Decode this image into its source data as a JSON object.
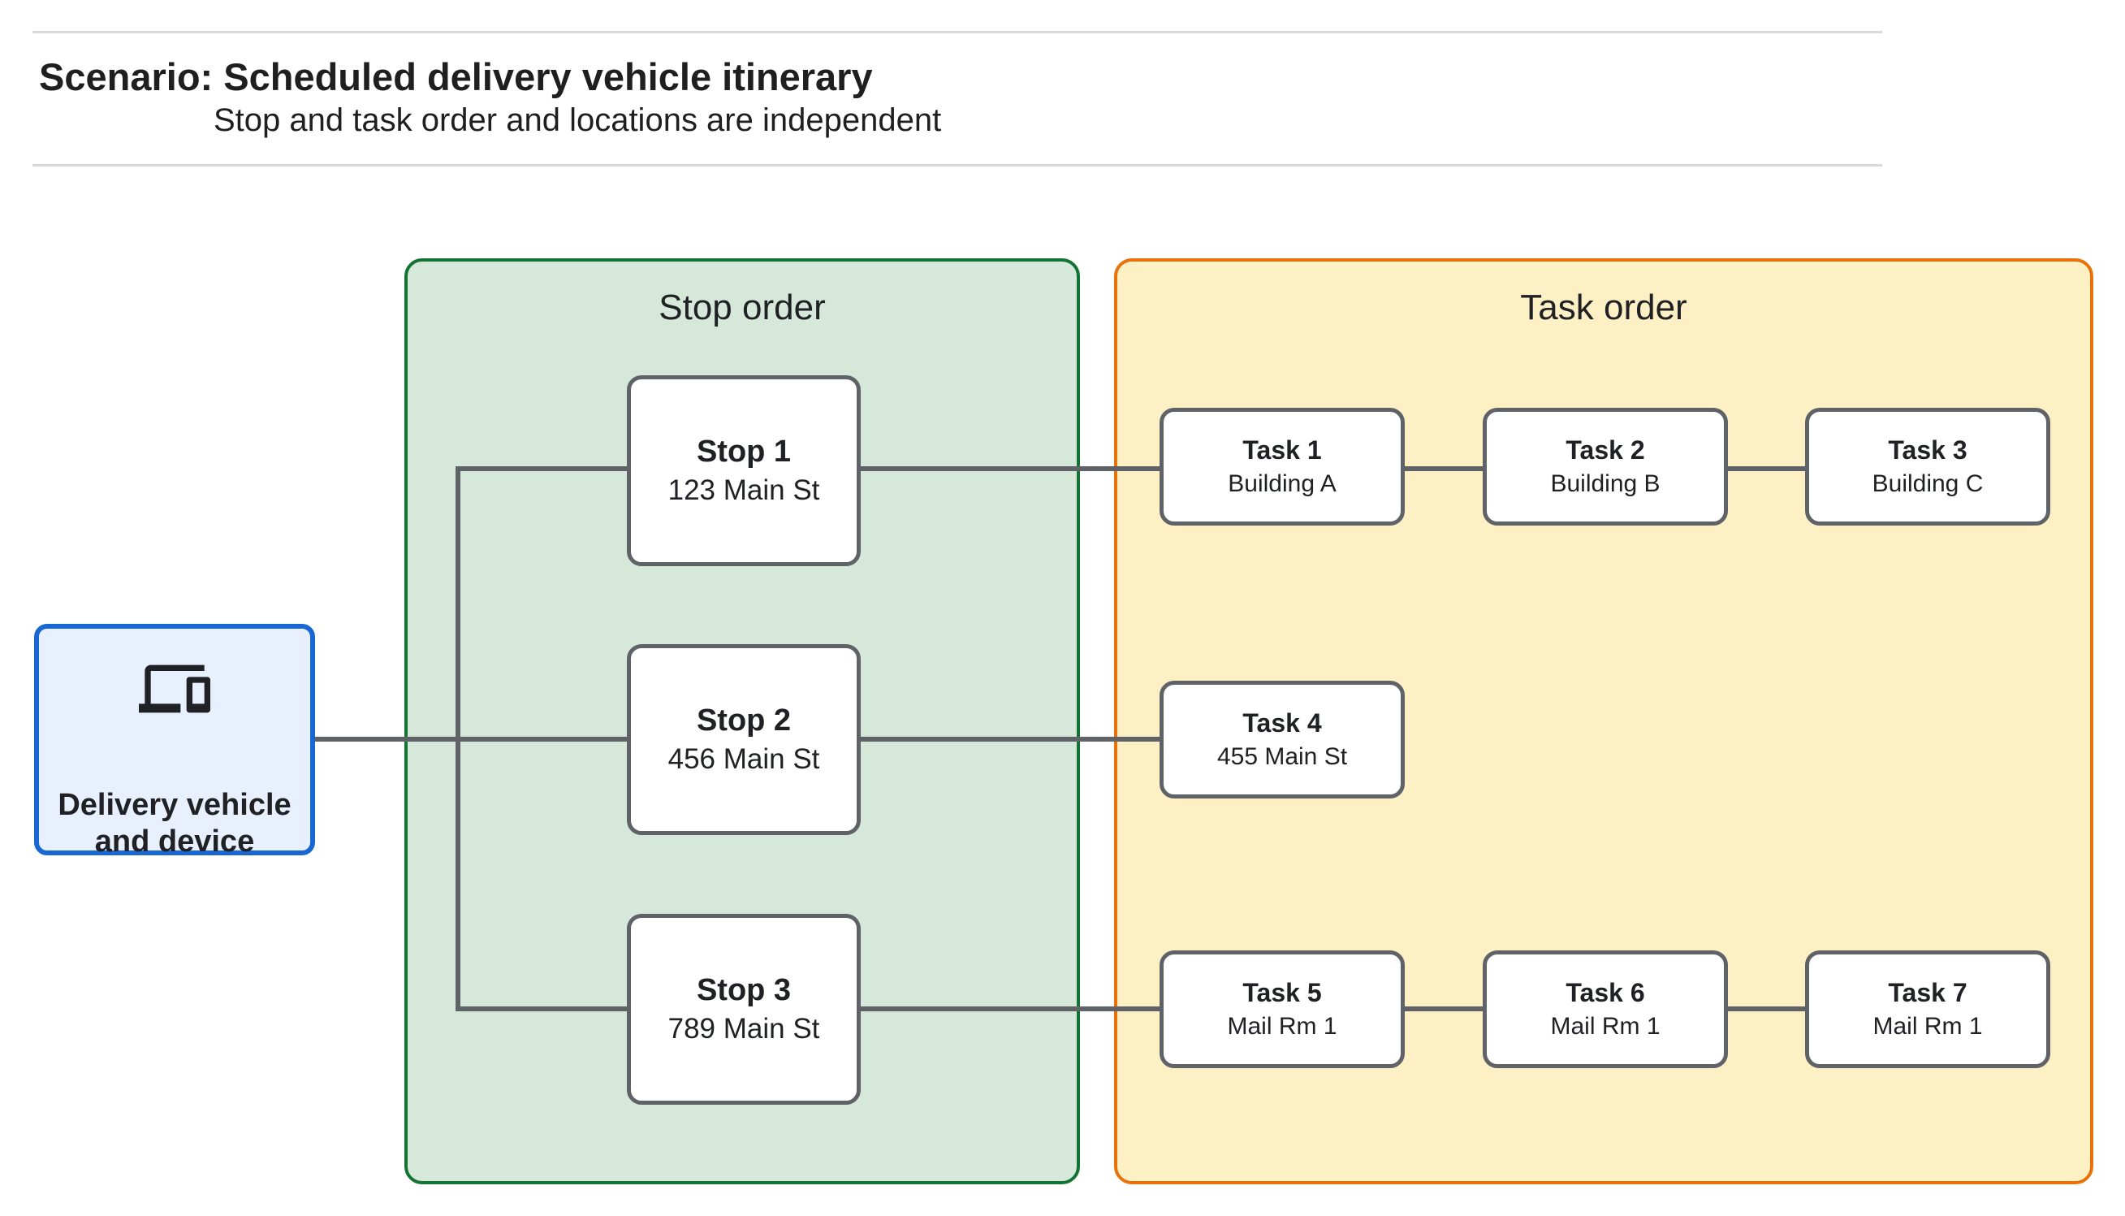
{
  "header": {
    "title": "Scenario: Scheduled delivery vehicle itinerary",
    "subtitle": "Stop and task order and locations are independent"
  },
  "device": {
    "label": "Delivery vehicle and device",
    "icon": "devices-icon"
  },
  "stop_panel": {
    "title": "Stop order"
  },
  "task_panel": {
    "title": "Task order"
  },
  "stops": [
    {
      "title": "Stop 1",
      "subtitle": "123 Main St"
    },
    {
      "title": "Stop 2",
      "subtitle": "456 Main St"
    },
    {
      "title": "Stop 3",
      "subtitle": "789 Main St"
    }
  ],
  "tasks": [
    {
      "title": "Task 1",
      "subtitle": "Building A"
    },
    {
      "title": "Task 2",
      "subtitle": "Building B"
    },
    {
      "title": "Task 3",
      "subtitle": "Building C"
    },
    {
      "title": "Task 4",
      "subtitle": "455 Main St"
    },
    {
      "title": "Task 5",
      "subtitle": "Mail Rm 1"
    },
    {
      "title": "Task 6",
      "subtitle": "Mail Rm 1"
    },
    {
      "title": "Task 7",
      "subtitle": "Mail Rm 1"
    }
  ],
  "colors": {
    "stop_panel_fill": "#d5e8d9",
    "stop_panel_border": "#137333",
    "task_panel_fill": "#fdf0c5",
    "task_panel_border": "#e8710a",
    "device_fill": "#e8f0fe",
    "device_border": "#1967d2",
    "node_border": "#5f6368",
    "connector": "#5f6368",
    "text": "#202124",
    "separator": "#d9d9d9"
  }
}
